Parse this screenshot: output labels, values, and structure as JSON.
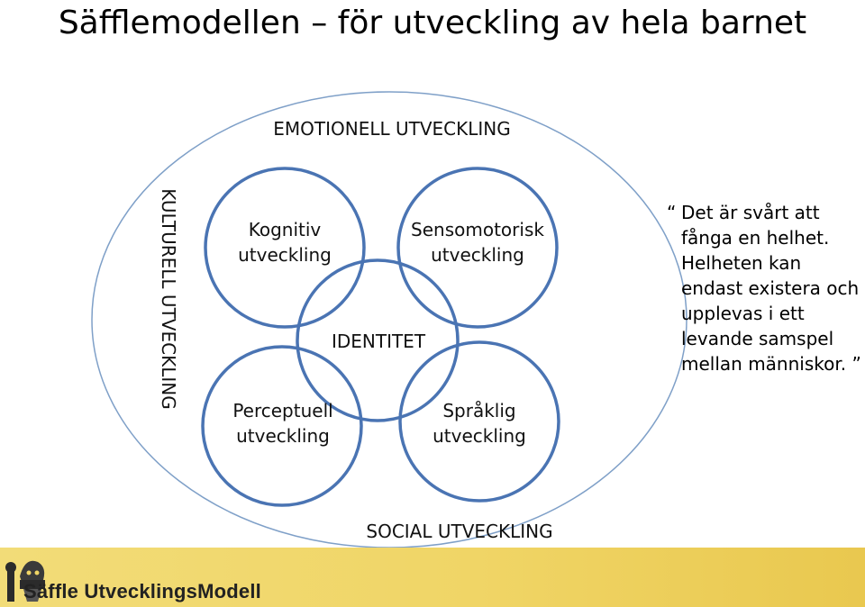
{
  "title": "Säfflemodellen – för utveckling av hela barnet",
  "outer": {
    "top_label": "EMOTIONELL UTVECKLING",
    "left_label": "KULTURELL UTVECKLING",
    "bottom_label": "SOCIAL UTVECKLING"
  },
  "circles": {
    "kognitiv": [
      "Kognitiv",
      "utveckling"
    ],
    "sensomotorisk": [
      "Sensomotorisk",
      "utveckling"
    ],
    "perceptuell": [
      "Perceptuell",
      "utveckling"
    ],
    "spraklig": [
      "Språklig",
      "utveckling"
    ],
    "identitet": "IDENTITET"
  },
  "quote": {
    "text": "Det är svårt att fånga en helhet. Helheten kan endast existera och upplevas i ett levande samspel mellan människor.",
    "open_mark": "“",
    "close_mark": "”"
  },
  "footer": {
    "brand": "Säffle UtvecklingsModell"
  },
  "colors": {
    "circle_stroke": "#4a74b3",
    "ellipse_stroke": "#7fa0c8",
    "footer_bg": "#f0d566"
  }
}
